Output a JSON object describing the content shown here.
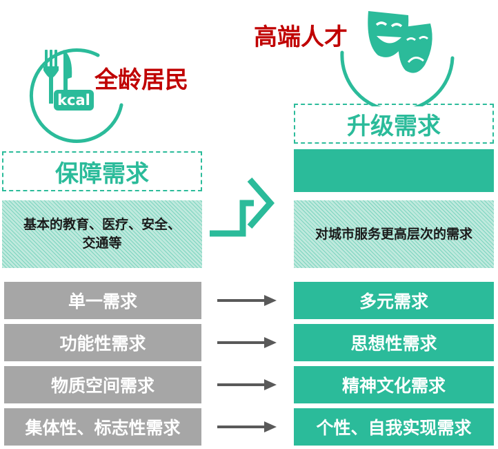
{
  "colors": {
    "teal": "#2bbb9a",
    "red": "#c00000",
    "grey": "#a6a6a6",
    "dark_grey": "#595959"
  },
  "left": {
    "title": "全龄居民",
    "icon_label": "kcal",
    "need_title": "保障需求",
    "need_detail_line1": "基本的教育、医疗、安全、",
    "need_detail_line2": "交通等"
  },
  "right": {
    "title": "高端人才",
    "need_title": "升级需求",
    "need_detail": "对城市服务更高层次的需求"
  },
  "comparisons": [
    {
      "from": "单一需求",
      "to": "多元需求"
    },
    {
      "from": "功能性需求",
      "to": "思想性需求"
    },
    {
      "from": "物质空间需求",
      "to": "精神文化需求"
    },
    {
      "from": "集体性、标志性需求",
      "to": "个性、自我实现需求"
    }
  ]
}
